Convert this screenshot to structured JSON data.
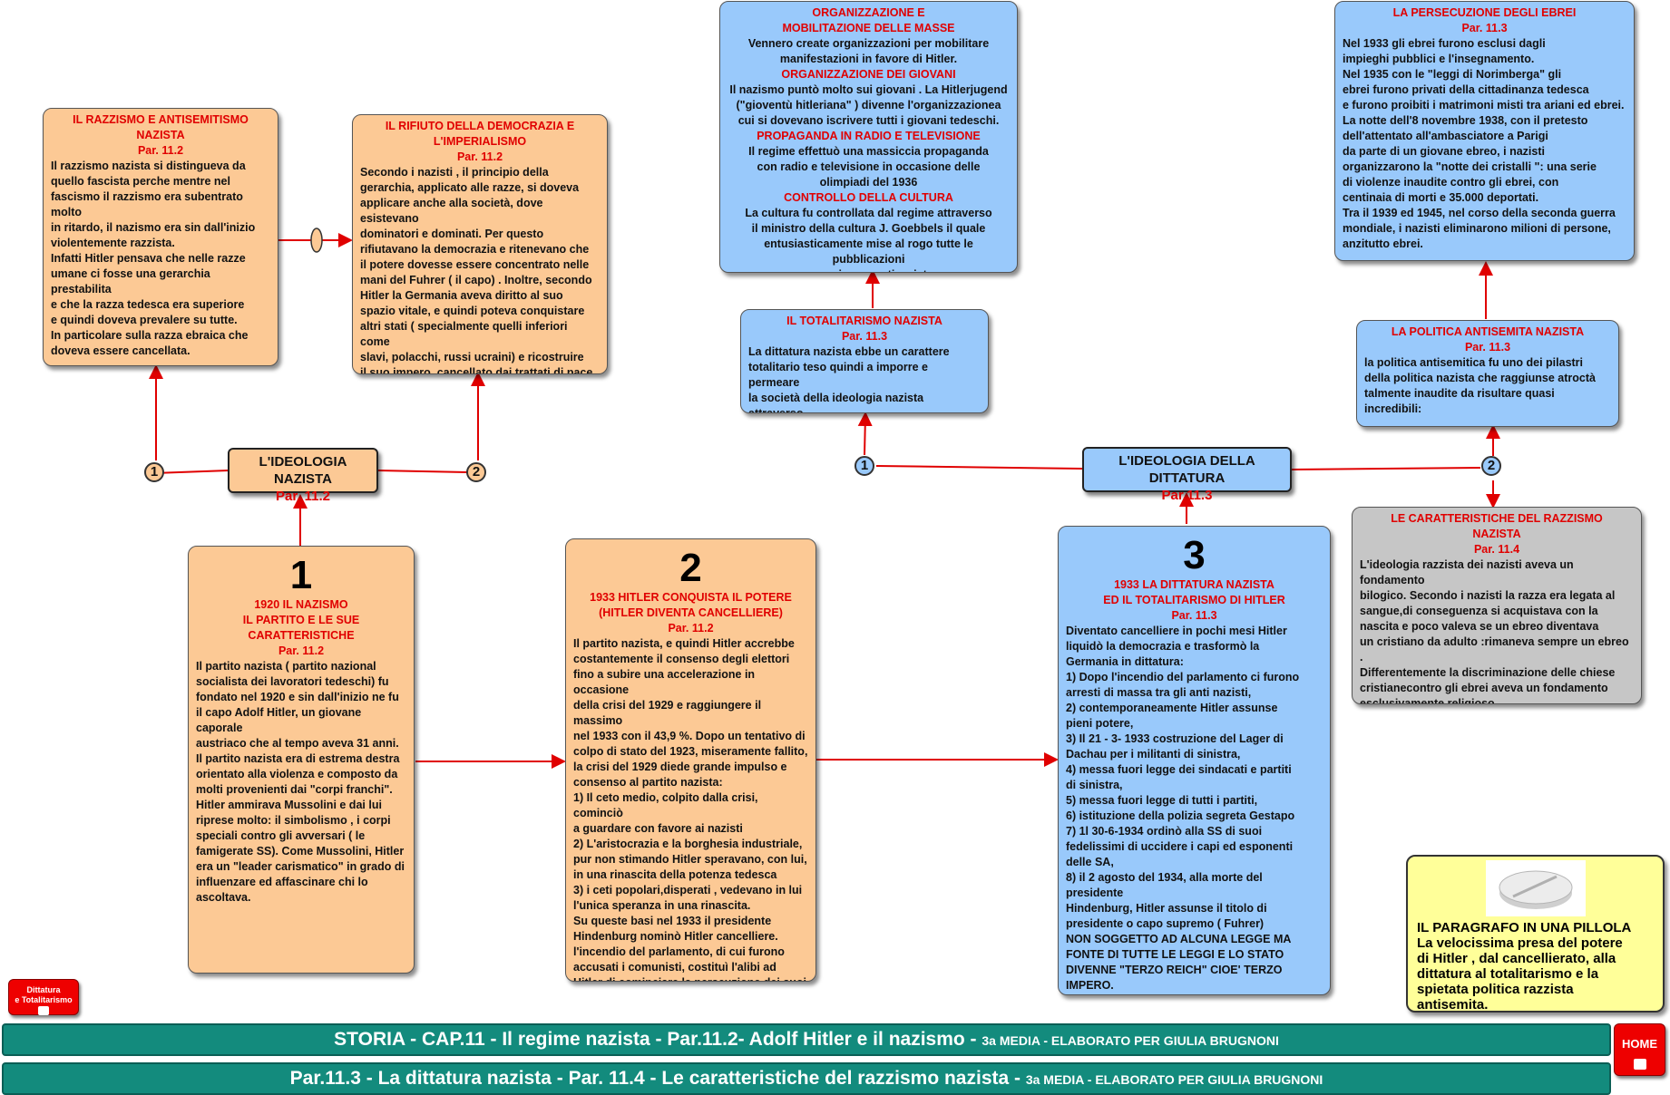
{
  "boxes": {
    "razzismo": {
      "title": "IL RAZZISMO E ANTISEMITISMO NAZISTA",
      "par": "Par. 11.2",
      "body": "Il razzismo nazista si distingueva da\nquello fascista perche mentre nel\nfascismo il razzismo era subentrato molto\nin ritardo, il nazismo era sin dall'inizio\nviolentemente razzista.\nInfatti Hitler pensava che nelle razze\numane ci fosse una gerarchia prestabilita\n e che la razza tedesca era superiore\ne quindi doveva prevalere su tutte.\nIn particolare sulla razza ebraica che\ndoveva essere cancellata."
    },
    "rifiuto": {
      "title": "IL RIFIUTO DELLA DEMOCRAZIA E\nL'IMPERIALISMO",
      "par": "Par. 11.2",
      "body": "Secondo i nazisti , il principio della\n gerarchia, applicato alle razze, si doveva\n applicare anche alla società, dove esistevano\ndominatori e dominati. Per questo\nrifiutavano la democrazia e ritenevano che\nil potere dovesse essere concentrato nelle\nmani del Fuhrer ( il capo) . Inoltre, secondo\nHitler  la Germania aveva diritto al suo\nspazio vitale, e quindi poteva conquistare\naltri stati ( specialmente quelli inferiori come\nslavi, polacchi, russi ucraini) e ricostruire\nil suo impero, cancellato dai trattati di pace"
    },
    "organizzazione": {
      "sections": [
        {
          "title": "ORGANIZZAZIONE E\nMOBILITAZIONE DELLE MASSE",
          "body": "Vennero create organizzazioni  per mobilitare\nmanifestazioni in favore di Hitler."
        },
        {
          "title": "ORGANIZZAZIONE DEI GIOVANI",
          "body": "Il nazismo puntò molto sui  giovani .  La Hitlerjugend\n(\"gioventù hitleriana\" ) divenne l'organizzazionea\ncui si dovevano iscrivere   tutti  i giovani tedeschi."
        },
        {
          "title": "PROPAGANDA IN RADIO E  TELEVISIONE",
          "body": "Il regime effettuò una massiccia  propaganda\ncon radio e televisione in occasione delle\nolimpiadi del 1936"
        },
        {
          "title": "CONTROLLO DELLA CULTURA",
          "body": "La cultura fu controllata dal regime attraverso\nil ministro della  cultura J. Goebbels il quale\nentusiasticamente mise al  rogo tutte le pubblicazioni\nnon ariane o antinaziste"
        }
      ]
    },
    "persecuzione": {
      "title": "LA PERSECUZIONE DEGLI EBREI",
      "par": "Par. 11.3",
      "body": "Nel 1933 gli ebrei furono esclusi dagli\nimpieghi pubblici e  l'insegnamento.\nNel 1935 con le \"leggi di Norimberga\" gli\nebrei furono privati della  cittadinanza tedesca\ne furono proibiti i  matrimoni misti tra ariani ed ebrei.\nLa notte dell'8 novembre 1938, con il pretesto\ndell'attentato all'ambasciatore a Parigi\nda parte di un giovane ebreo,  i nazisti\norganizzarono la \"notte dei cristalli \": una serie\n di violenze inaudite contro gli ebrei, con\ncentinaia di  morti e 35.000 deportati.\nTra il 1939 ed 1945, nel corso della seconda guerra\nmondiale, i nazisti eliminarono milioni di persone,\nanzitutto ebrei."
    },
    "totalitarismo": {
      "title": "IL TOTALITARISMO NAZISTA",
      "par": "Par. 11.3",
      "body": "La dittatura nazista ebbe un carattere\ntotalitario teso quindi a imporre e permeare\nla società della ideologia nazista attraverso\nquattro  canali:"
    },
    "politica": {
      "title": "LA POLITICA ANTISEMITA NAZISTA",
      "par": "Par. 11.3",
      "body": "la politica antisemitica fu uno dei  pilastri\ndella politica nazista  che raggiunse atroctà\ntalmente  inaudite da risultare quasi incredibili:"
    },
    "caratteristiche": {
      "title": "LE CARATTERISTICHE DEL RAZZISMO\nNAZISTA",
      "par": "Par. 11.4",
      "body": "L'ideologia razzista dei nazisti aveva un fondamento\nbilogico. Secondo i nazisti la razza era legata al\nsangue,di conseguenza si acquistava con la\nnascita e poco valeva  se un ebreo diventava\nun cristiano da adulto :rimaneva sempre un ebreo .\nDifferentemente la discriminazione delle chiese\ncristianecontro gli ebrei aveva un fondamento\nesclusivamente religioso"
    },
    "nazismo": {
      "number": "1",
      "title": "1920   IL NAZISMO\nIL PARTITO E LE SUE CARATTERISTICHE",
      "par": "Par. 11.2",
      "body": "Il partito nazista ( partito nazional\nsocialista dei lavoratori tedeschi) fu\nfondato nel 1920 e sin dall'inizio ne fu\nil capo Adolf Hitler, un giovane caporale\naustriaco che al tempo aveva 31 anni.\nIl partito nazista era di estrema destra\norientato alla violenza e composto da\nmolti provenienti dai \"corpi franchi\".\nHitler ammirava Mussolini  e dai lui\nriprese  molto: il simbolismo , i corpi\nspeciali contro gli  avversari ( le\nfamigerate SS).  Come  Mussolini, Hitler\nera un \"leader carismatico\" in grado di\ninfluenzare ed affascinare chi lo\nascoltava."
    },
    "conquista": {
      "number": "2",
      "title": "1933  HITLER CONQUISTA IL POTERE\n(HITLER DIVENTA CANCELLIERE)",
      "par": "Par. 11.2",
      "body": "Il partito nazista, e quindi Hitler accrebbe\ncostantemente il consenso degli elettori\nfino a subire una accelerazione in occasione\n della crisi del 1929 e raggiungere il massimo\nnel 1933 con il 43,9 %. Dopo un tentativo di\ncolpo di stato del 1923, miseramente fallito,\nla crisi del 1929 diede grande impulso e\nconsenso al partito nazista:\n1) Il ceto medio, colpito dalla crisi, cominciò\na guardare  con favore ai nazisti\n2) L'aristocrazia e la borghesia industriale,\n pur non stimando Hitler speravano, con lui,\nin una rinascita della potenza tedesca\n3) i ceti popolari,disperati , vedevano in lui\nl'unica speranza in una rinascita.\nSu queste basi nel 1933 il presidente\nHindenburg nominò Hitler cancelliere.\nl'incendio del parlamento, di cui furono\naccusati i comunisti, costituì l'alibi ad\nHitler di cominciare la perscuzione dei suoi\navversari."
    },
    "dittatura": {
      "number": "3",
      "title": "1933 LA DITTATURA NAZISTA\nED IL TOTALITARISMO DI HITLER",
      "par": "Par. 11.3",
      "body": "Diventato cancelliere in pochi mesi Hitler\nliquidò la democrazia e trasformò la\nGermania in dittatura:\n1) Dopo l'incendio del parlamento ci furono\narresti di massa tra gli anti nazisti,\n2) contemporaneamente Hitler assunse\npieni potere,\n3) Il 21 - 3- 1933 costruzione del Lager di\nDachau per i militanti di sinistra,\n4) messa fuori legge dei sindacati e partiti\ndi sinistra,\n5) messa fuori legge di tutti i partiti,\n6) istituzione della polizia segreta Gestapo\n7) 1l 30-6-1934 ordinò alla SS di suoi\nfedelissimi  di uccidere i capi ed esponenti\ndelle SA,\n8) il 2 agosto del 1934, alla morte del presidente\nHindenburg, Hitler assunse il titolo di\npresidente o capo supremo ( Fuhrer)\nNON SOGGETTO AD ALCUNA LEGGE MA\nFONTE DI TUTTE LE LEGGI E LO STATO\nDIVENNE \"TERZO REICH\" CIOE' TERZO\nIMPERO."
    },
    "pillola": {
      "body": "IL  PARAGRAFO IN UNA PILLOLA\nLa velocissima presa del potere\ndi Hitler , dal cancellierato, alla\ndittatura al totalitarismo e la\nspietata politica razzista\nantisemita."
    }
  },
  "hubs": {
    "ideologia_nazista": {
      "title": "L'IDEOLOGIA NAZISTA",
      "par": "Par. 11.2"
    },
    "ideologia_dittatura": {
      "title": "L'IDEOLOGIA DELLA DITTATURA",
      "par": "Par.11.3"
    }
  },
  "nodes": {
    "one": "1",
    "two": "2"
  },
  "buttons": {
    "dittatura": "Dittatura\ne Totalitarismo",
    "home": "HOME"
  },
  "footer": {
    "line1_main": "STORIA - CAP.11 - Il regime nazista - Par.11.2- Adolf Hitler e il nazismo - ",
    "line1_small": "3a MEDIA - ELABORATO  PER GIULIA BRUGNONI",
    "line2_main": "Par.11.3 - La dittatura nazista - Par. 11.4 - Le caratteristiche del razzismo nazista - ",
    "line2_small": "3a MEDIA - ELABORATO  PER GIULIA BRUGNONI"
  },
  "colors": {
    "orange": "#fcc995",
    "blue": "#99c9fb",
    "gray": "#c6c6c6",
    "yellow": "#ffff99",
    "red": "#e00000",
    "footer": "#138b7d"
  }
}
